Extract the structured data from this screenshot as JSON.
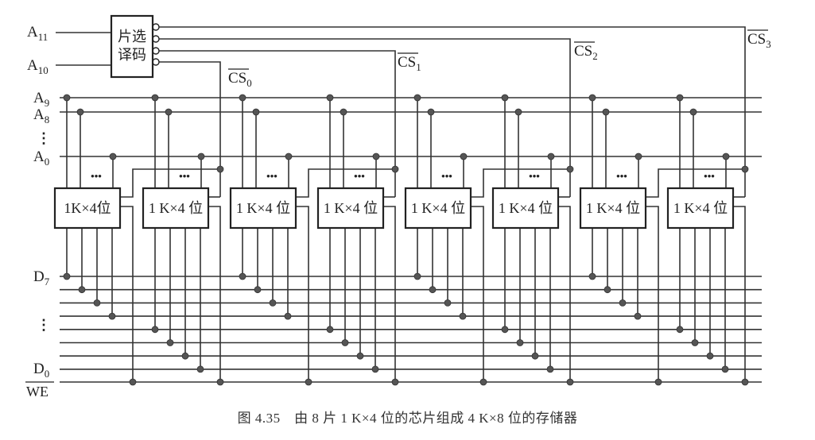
{
  "decoder": {
    "label_line1": "片选",
    "label_line2": "译码",
    "inputs": [
      {
        "name": "A",
        "sub": "11"
      },
      {
        "name": "A",
        "sub": "10"
      }
    ]
  },
  "chip_selects": [
    {
      "name": "CS",
      "sub": "0",
      "overbar": true
    },
    {
      "name": "CS",
      "sub": "1",
      "overbar": true
    },
    {
      "name": "CS",
      "sub": "2",
      "overbar": true
    },
    {
      "name": "CS",
      "sub": "3",
      "overbar": true
    }
  ],
  "address_labels": [
    {
      "name": "A",
      "sub": "9"
    },
    {
      "name": "A",
      "sub": "8"
    },
    {
      "name": "⋮",
      "sub": ""
    },
    {
      "name": "A",
      "sub": "0"
    }
  ],
  "data_labels": [
    {
      "name": "D",
      "sub": "7"
    },
    {
      "name": "⋮",
      "sub": ""
    },
    {
      "name": "D",
      "sub": "0"
    }
  ],
  "we_label": "WE",
  "ellipsis": "•••",
  "chips": [
    {
      "label": "1K×4位",
      "group": 0,
      "data_bits": "D7-D4"
    },
    {
      "label": "1 K×4 位",
      "group": 0,
      "data_bits": "D3-D0"
    },
    {
      "label": "1 K×4 位",
      "group": 1,
      "data_bits": "D7-D4"
    },
    {
      "label": "1 K×4 位",
      "group": 1,
      "data_bits": "D3-D0"
    },
    {
      "label": "1 K×4 位",
      "group": 2,
      "data_bits": "D7-D4"
    },
    {
      "label": "1 K×4 位",
      "group": 2,
      "data_bits": "D3-D0"
    },
    {
      "label": "1 K×4 位",
      "group": 3,
      "data_bits": "D7-D4"
    },
    {
      "label": "1 K×4 位",
      "group": 3,
      "data_bits": "D3-D0"
    }
  ],
  "caption": "图 4.35　由 8 片 1 K×4 位的芯片组成 4 K×8 位的存储器"
}
